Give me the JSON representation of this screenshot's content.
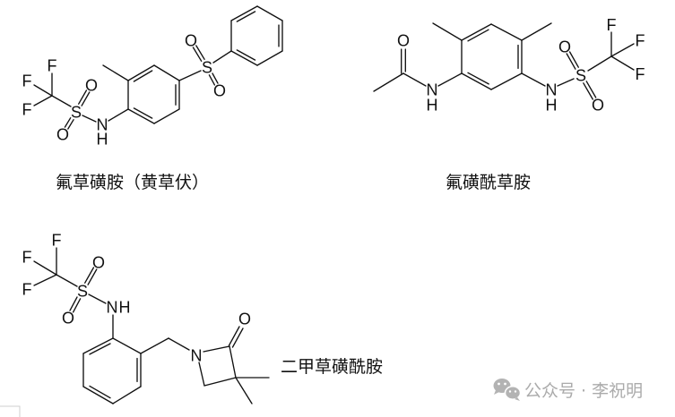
{
  "structures": [
    {
      "name": "氟草磺胺（黄草伏）",
      "atoms": {
        "f1": "F",
        "f2": "F",
        "f3": "F",
        "s1": "S",
        "o1": "O",
        "o2": "O",
        "n1": "N",
        "h1": "H",
        "s2": "S",
        "o3": "O",
        "o4": "O"
      }
    },
    {
      "name": "氟磺酰草胺",
      "atoms": {
        "o1": "O",
        "n1": "N",
        "h1": "H",
        "n2": "N",
        "h2": "H",
        "s1": "S",
        "o2": "O",
        "o3": "O",
        "f1": "F",
        "f2": "F",
        "f3": "F"
      }
    },
    {
      "name": "二甲草磺酰胺",
      "atoms": {
        "f1": "F",
        "f2": "F",
        "f3": "F",
        "s1": "S",
        "o1": "O",
        "o2": "O",
        "n1": "N",
        "h1": "H",
        "n2": "N",
        "o3": "O"
      }
    }
  ],
  "watermark": {
    "icon": "wechat-icon",
    "text": "公众号 · 李祝明",
    "color": "#ababab"
  }
}
